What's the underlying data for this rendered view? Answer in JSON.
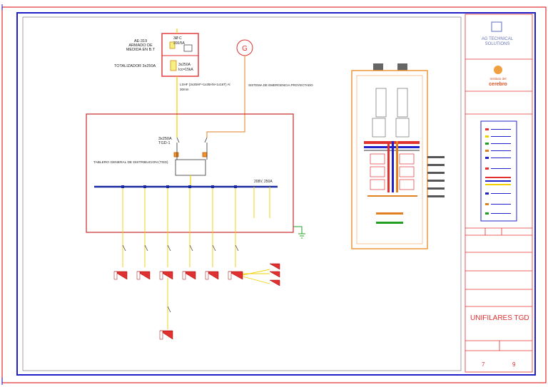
{
  "colors": {
    "border_red": "#e03030",
    "border_blue": "#2020c8",
    "feeder": "#f0d000",
    "generator_line": "#e08020",
    "busbar": "#1a2aa0",
    "ground": "#20a020",
    "cabinet": "#f09030"
  },
  "meter_box": {
    "title_lines": [
      "AE-319",
      "ARMADO DE",
      "MEDIDA EN B.T"
    ],
    "meter_line1": "3Ø C",
    "meter_line2": "200/5A"
  },
  "totalizer": {
    "label": "TOTALIZADOR 3x250A",
    "breaker_line1": "3x250A",
    "breaker_line2": "Icc=15kA"
  },
  "cable_spec": {
    "line1": "LSHF (3x35HF+1x35HN+1x16T) Al",
    "line2": "30mm"
  },
  "generator": {
    "symbol": "G",
    "label": "SISTEMA DE EMERGENCIA PROYECTADO"
  },
  "tgd": {
    "breaker_line1": "3x250A",
    "breaker_line2": "TGD-1",
    "board_label": "TABLERO GENERAL DE DISTRIBUCION (TGD)",
    "bus_rating": "208V, 250A"
  },
  "title_block": {
    "company_line1": "AG TECHNICAL",
    "company_line2": "SOLUTIONS",
    "client_logo_line1": "Instituto del",
    "client_logo_line2": "cerebro",
    "sheet_title": "UNIFILARES TGD",
    "sheet_number": "7",
    "sheet_total": "9"
  }
}
